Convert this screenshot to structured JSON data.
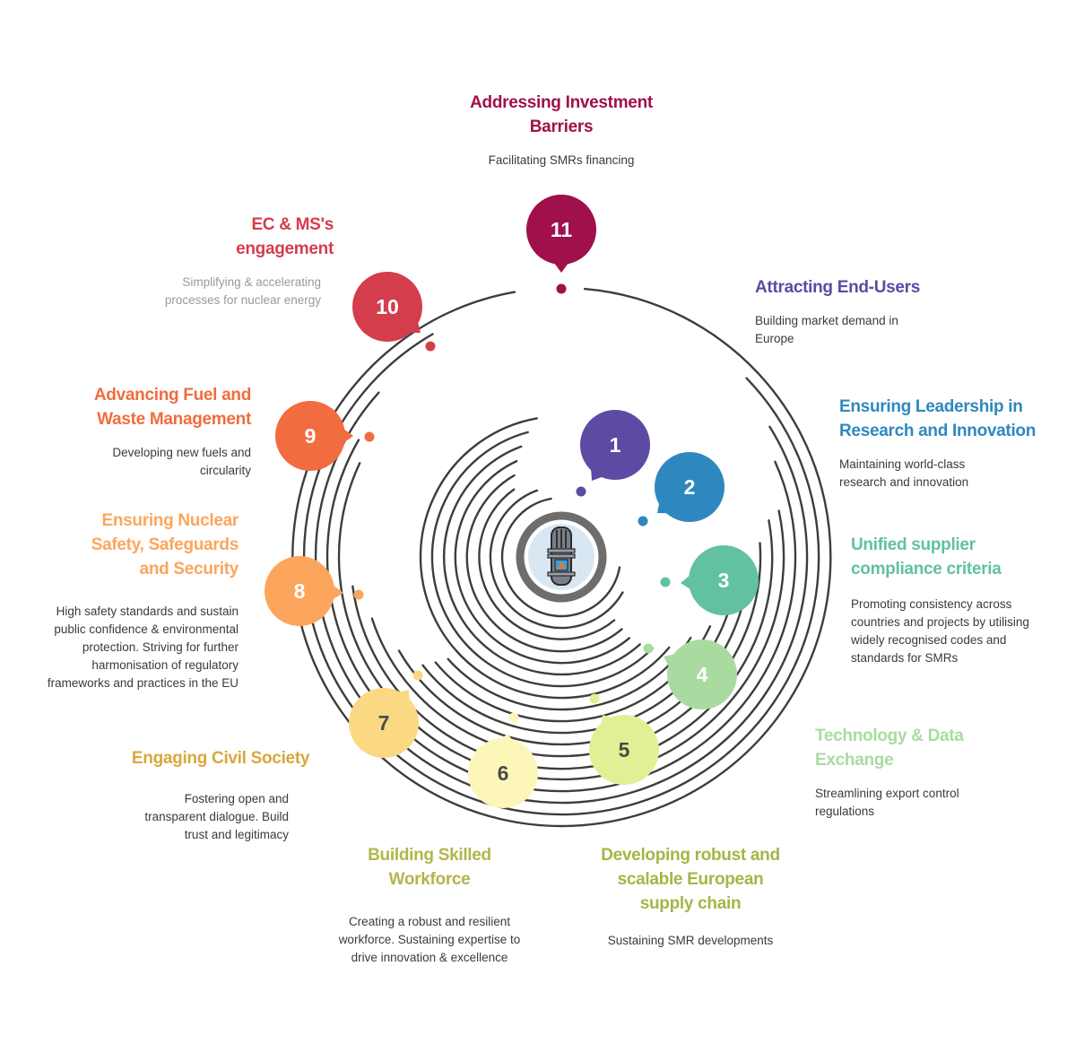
{
  "colors": {
    "ring": "#3d3d3d",
    "hub_ring": "#6d6d6d",
    "hub_fill": "#d9e7f2"
  },
  "center_icon": "smr-reactor-icon",
  "items": [
    {
      "number": "1",
      "title": "Attracting End-Users",
      "description": "Building market demand in Europe",
      "color": "#5d4aa3",
      "text_color": "#ffffff",
      "title_color": "#5d4aa3",
      "desc_color": "#3a3a3a"
    },
    {
      "number": "2",
      "title": "Ensuring Leadership in Research and Innovation",
      "description": "Maintaining world-class research and innovation",
      "color": "#2e88bf",
      "text_color": "#ffffff",
      "title_color": "#2e88bf",
      "desc_color": "#3a3a3a"
    },
    {
      "number": "3",
      "title": "Unified supplier compliance criteria",
      "description": "Promoting consistency across countries and projects by utilising widely recognised codes and standards for SMRs",
      "color": "#62c0a3",
      "text_color": "#ffffff",
      "title_color": "#62c0a3",
      "desc_color": "#3a3a3a"
    },
    {
      "number": "4",
      "title": "Technology & Data Exchange",
      "description": "Streamlining export control regulations",
      "color": "#a9dba0",
      "text_color": "#ffffff",
      "title_color": "#a9dba0",
      "desc_color": "#3a3a3a"
    },
    {
      "number": "5",
      "title": "Developing robust and scalable European supply chain",
      "description": "Sustaining SMR developments",
      "color": "#e3ef95",
      "text_color": "#4a4a4a",
      "title_color": "#a6b545",
      "desc_color": "#3a3a3a"
    },
    {
      "number": "6",
      "title": "Building Skilled Workforce",
      "description": "Creating a robust and resilient workforce. Sustaining expertise to drive innovation & excellence",
      "color": "#fcf7b8",
      "text_color": "#4a4a4a",
      "title_color": "#b3b54a",
      "desc_color": "#3a3a3a"
    },
    {
      "number": "7",
      "title": "Engaging Civil Society",
      "description": "Fostering open and transparent dialogue. Build trust and legitimacy",
      "color": "#fbd982",
      "text_color": "#4a4a4a",
      "title_color": "#d9a73a",
      "desc_color": "#3a3a3a"
    },
    {
      "number": "8",
      "title": "Ensuring Nuclear Safety, Safeguards and Security",
      "description": "High safety standards and sustain public confidence & environmental protection. Striving for further harmonisation of regulatory frameworks and practices in the EU",
      "color": "#fba65c",
      "text_color": "#ffffff",
      "title_color": "#fba65c",
      "desc_color": "#3a3a3a"
    },
    {
      "number": "9",
      "title": "Advancing Fuel and Waste Management",
      "description": "Developing new fuels and circularity",
      "color": "#f16c3e",
      "text_color": "#ffffff",
      "title_color": "#f16c3e",
      "desc_color": "#3a3a3a"
    },
    {
      "number": "10",
      "title": "EC & MS's engagement",
      "description": "Simplifying & accelerating processes for nuclear energy",
      "color": "#d43d4c",
      "text_color": "#ffffff",
      "title_color": "#d43d4c",
      "desc_color": "#9a9a9a"
    },
    {
      "number": "11",
      "title": "Addressing Investment Barriers",
      "description": "Facilitating SMRs financing",
      "color": "#a0104a",
      "text_color": "#ffffff",
      "title_color": "#a0104a",
      "desc_color": "#3a3a3a"
    }
  ]
}
